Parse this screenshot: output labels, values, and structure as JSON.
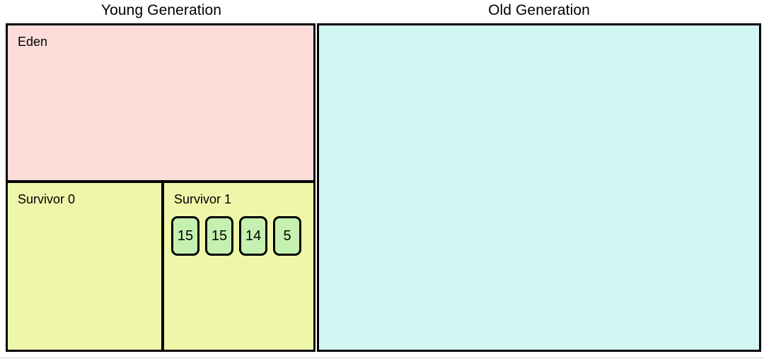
{
  "diagram": {
    "title_young": "Young Generation",
    "title_old": "Old Generation",
    "colors": {
      "eden_fill": "#FBDCD8",
      "survivor_fill": "#EEF6A9",
      "old_fill": "#D2F7F3",
      "object_fill": "#C5F0B0",
      "border": "#000000",
      "rule": "#d4d4d4"
    },
    "regions": {
      "eden": {
        "label": "Eden"
      },
      "survivor0": {
        "label": "Survivor 0"
      },
      "survivor1": {
        "label": "Survivor 1"
      },
      "old": {
        "label": ""
      }
    },
    "objects": [
      {
        "value": "15"
      },
      {
        "value": "15"
      },
      {
        "value": "14"
      },
      {
        "value": "5"
      }
    ]
  }
}
